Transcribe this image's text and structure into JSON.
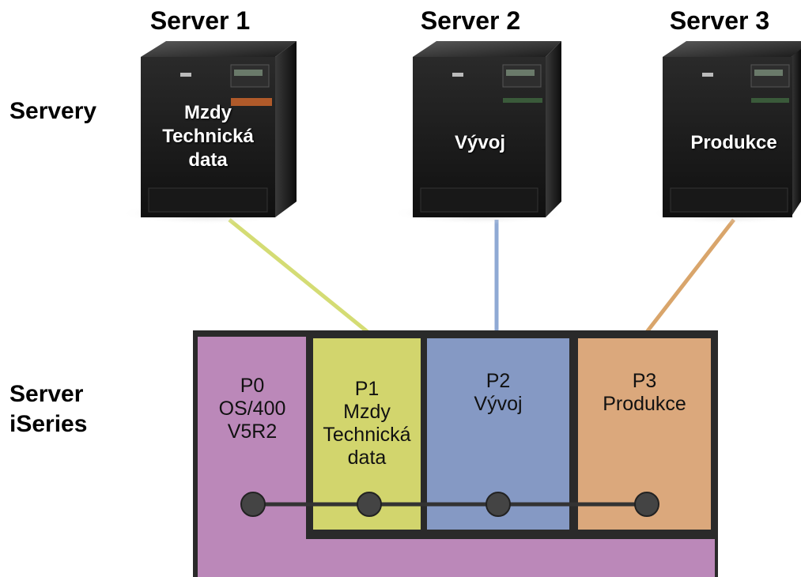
{
  "side_labels": {
    "servers": "Servery",
    "iseries_line1": "Server",
    "iseries_line2": "iSeries"
  },
  "servers": [
    {
      "title": "Server 1",
      "label_lines": [
        "Mzdy",
        "Technická",
        "data"
      ],
      "cable_color": "#d4dc74"
    },
    {
      "title": "Server 2",
      "label_lines": [
        "Vývoj"
      ],
      "cable_color": "#8fa9d4"
    },
    {
      "title": "Server 3",
      "label_lines": [
        "Produkce"
      ],
      "cable_color": "#d9a56b"
    }
  ],
  "partitions": [
    {
      "id": "P0",
      "lines": [
        "OS/400",
        "V5R2"
      ],
      "color": "#bb88b9"
    },
    {
      "id": "P1",
      "lines": [
        "Mzdy",
        "Technická",
        "data"
      ],
      "color": "#d2d56d"
    },
    {
      "id": "P2",
      "lines": [
        "Vývoj"
      ],
      "color": "#8599c4"
    },
    {
      "id": "P3",
      "lines": [
        "Produkce"
      ],
      "color": "#dba87c"
    }
  ],
  "colors": {
    "frame": "#222222",
    "node": "#444444",
    "server_body": "#1a1a1a"
  }
}
